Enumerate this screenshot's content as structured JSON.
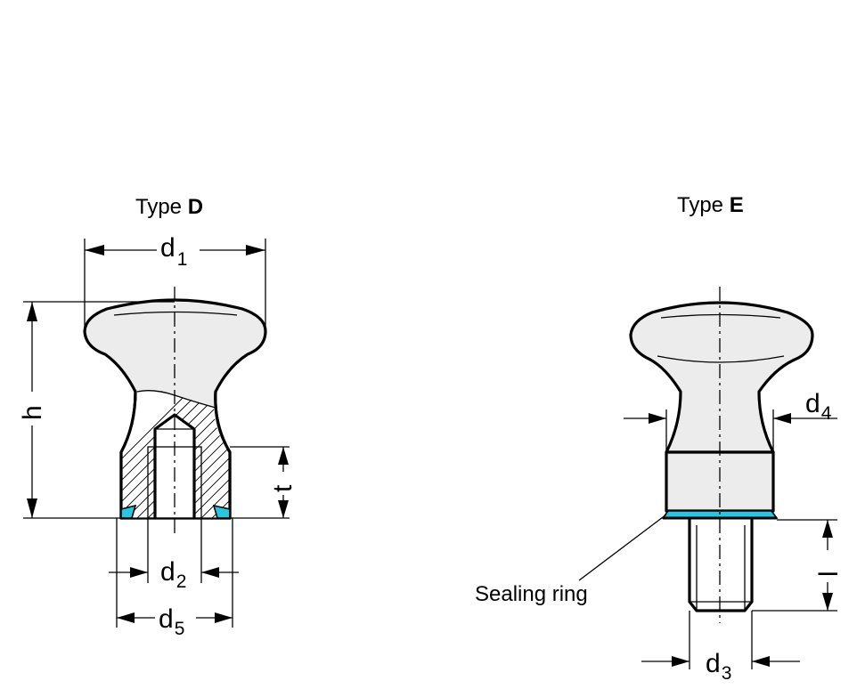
{
  "type_d": {
    "title_prefix": "Type ",
    "title_letter": "D",
    "dims": {
      "d1": "d",
      "d1_sub": "1",
      "h": "h",
      "t": "t",
      "d2": "d",
      "d2_sub": "2",
      "d5": "d",
      "d5_sub": "5"
    }
  },
  "type_e": {
    "title_prefix": "Type ",
    "title_letter": "E",
    "dims": {
      "d4": "d",
      "d4_sub": "4",
      "l": "l",
      "d3": "d",
      "d3_sub": "3"
    },
    "sealing_ring_label": "Sealing ring"
  },
  "colors": {
    "seal": "#2bc6de",
    "knob_fill": "#ececec",
    "line": "#000000"
  }
}
